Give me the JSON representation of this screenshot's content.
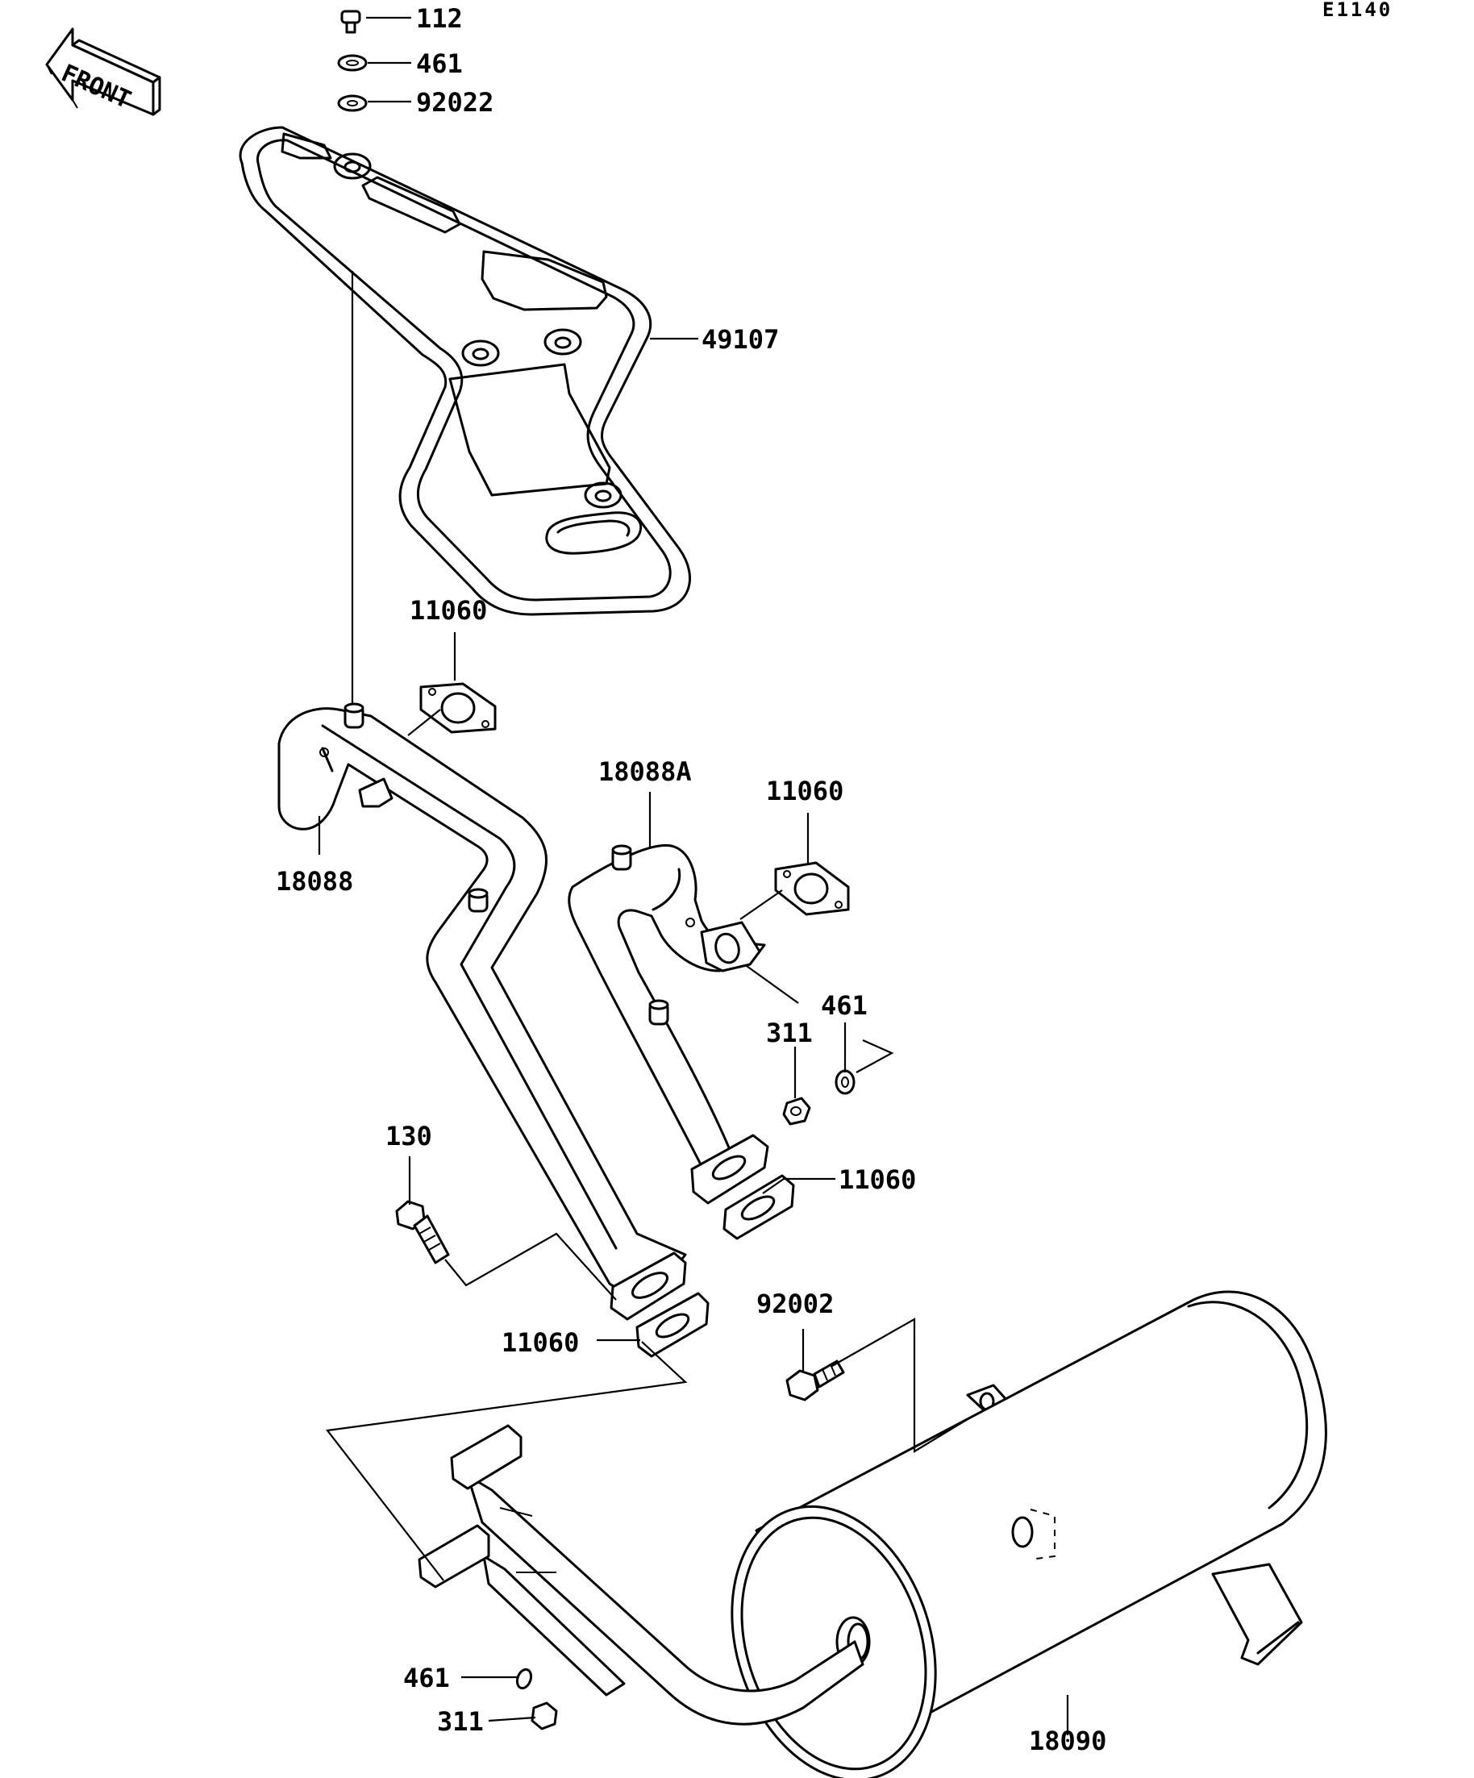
{
  "diagram_id": "E1140",
  "front_label": "FRONT",
  "parts": {
    "bolt_112": "112",
    "washer_461_top": "461",
    "washer_92022": "92022",
    "heat_guard_49107": "49107",
    "gasket_11060_a": "11060",
    "pipe_18088A": "18088A",
    "gasket_11060_b": "11060",
    "pipe_18088": "18088",
    "washer_461_mid": "461",
    "nut_311_mid": "311",
    "gasket_11060_c": "11060",
    "bolt_130": "130",
    "gasket_11060_d": "11060",
    "bolt_92002": "92002",
    "washer_461_bot": "461",
    "nut_311_bot": "311",
    "muffler_18090": "18090"
  }
}
